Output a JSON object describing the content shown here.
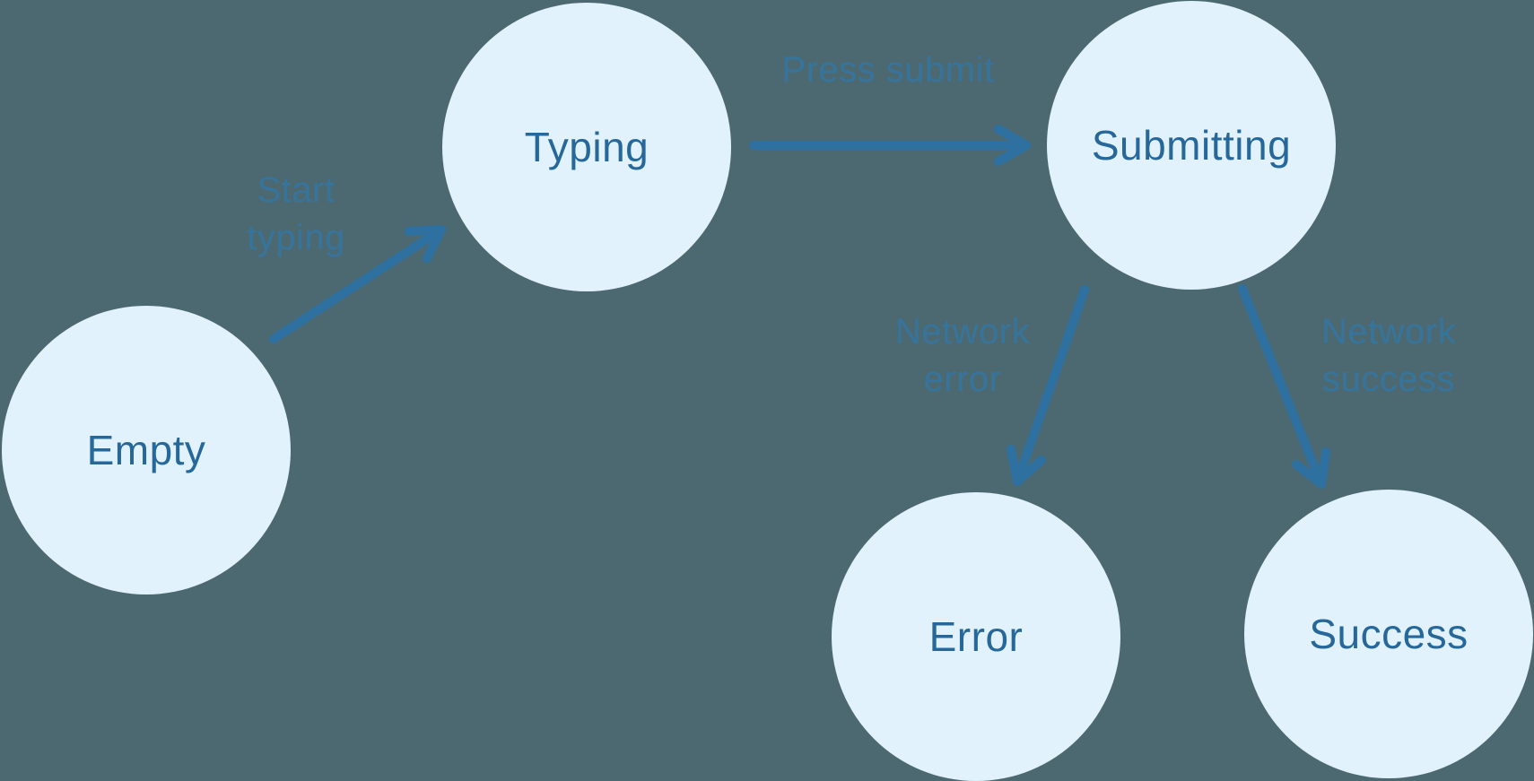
{
  "diagram": {
    "type": "state-machine-diagram",
    "colors": {
      "background": "#4C6972",
      "node_fill": "#E1F2FD",
      "node_text": "#27689A",
      "edge_stroke": "#2E71A1",
      "edge_label": "#3377A6"
    },
    "nodes": [
      {
        "id": "empty",
        "label": "Empty"
      },
      {
        "id": "typing",
        "label": "Typing"
      },
      {
        "id": "submitting",
        "label": "Submitting"
      },
      {
        "id": "error",
        "label": "Error"
      },
      {
        "id": "success",
        "label": "Success"
      }
    ],
    "edges": [
      {
        "from": "empty",
        "to": "typing",
        "label": "Start typing"
      },
      {
        "from": "typing",
        "to": "submitting",
        "label": "Press submit"
      },
      {
        "from": "submitting",
        "to": "error",
        "label": "Network error"
      },
      {
        "from": "submitting",
        "to": "success",
        "label": "Network success"
      }
    ]
  }
}
